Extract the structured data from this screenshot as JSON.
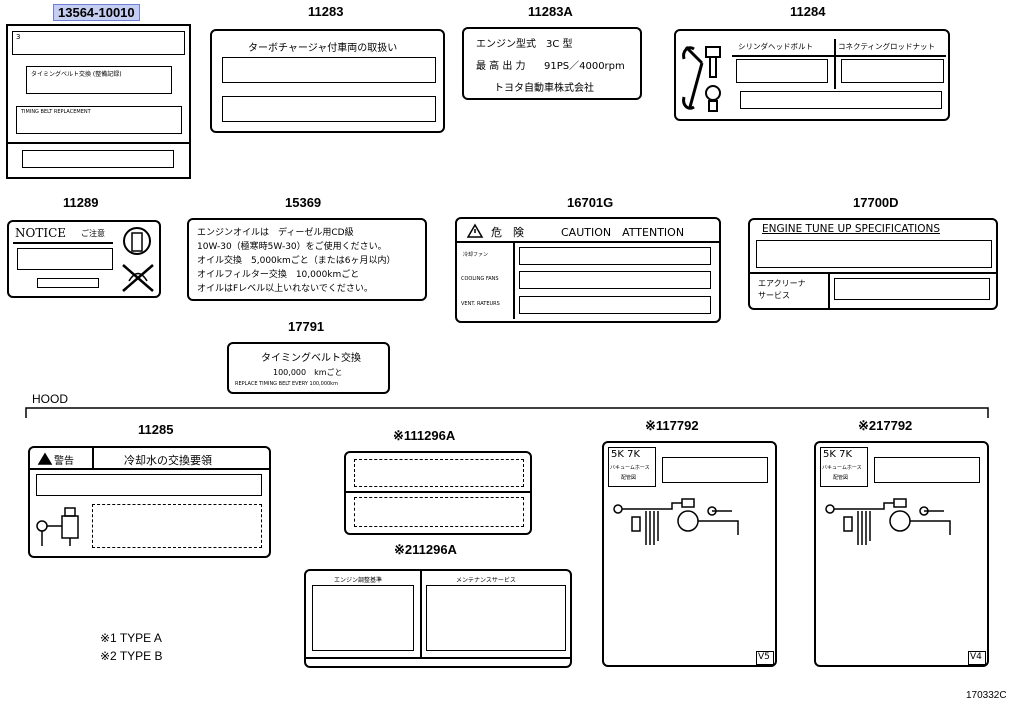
{
  "parts": {
    "p13564": "13564-10010",
    "p11283": "11283",
    "p11283A": "11283A",
    "p11284": "11284",
    "p11289": "11289",
    "p15369": "15369",
    "p16701G": "16701G",
    "p17700D": "17700D",
    "p17791": "17791",
    "p11285": "11285",
    "p111296A": "※111296A",
    "p211296A": "※211296A",
    "p117792": "※117792",
    "p217792": "※217792"
  },
  "labels": {
    "l13564": {
      "corner": "3",
      "row1": "タイミングベルト交換 (整備記録)",
      "row2": "TIMING BELT REPLACEMENT"
    },
    "l11283": {
      "title": "ターボチャージャ付車両の取扱い"
    },
    "l11283A": {
      "line1": "エンジン型式　3C 型",
      "line2a": "最 高 出 力",
      "line2b": "91PS／4000rpm",
      "line3": "トヨタ自動車株式会社"
    },
    "l11284": {
      "col1": "シリンダヘッドボルト",
      "col2": "コネクティングロッドナット"
    },
    "l11289": {
      "notice": "NOTICE",
      "jp": "ご注意"
    },
    "l15369": {
      "line1": "エンジンオイルは　ディーゼル用CD級",
      "line2": "10W-30（極寒時5W-30）をご使用ください。",
      "line3": "オイル交換　5,000kmごと（または6ヶ月以内）",
      "line4": "オイルフィルター交換　10,000kmごと",
      "line5": "オイルはFレベル以上いれないでください。"
    },
    "l16701G": {
      "danger": "危　険",
      "caution": "CAUTION　ATTENTION",
      "row1": "冷却ファン",
      "row2": "COOLING FANS",
      "row3": "VENT. RATEURS"
    },
    "l17700D": {
      "title": "ENGINE TUNE UP SPECIFICATIONS",
      "aircleaner1": "エアクリーナ",
      "aircleaner2": "サービス"
    },
    "l17791": {
      "line1": "タイミングベルト交換",
      "line2": "100,000　kmごと",
      "line3": "REPLACE TIMING BELT EVERY 100,000km"
    },
    "l11285": {
      "warn": "警告",
      "title": "冷却水の交換要領"
    },
    "l211296A": {
      "col1": "エンジン調整基準",
      "col2": "メンテナンスサービス"
    },
    "l117792": {
      "code": "5K 7K",
      "hose": "バキュームホース",
      "route": "配管図",
      "corner": "V5"
    },
    "l217792": {
      "code": "5K 7K",
      "hose": "バキュームホース",
      "route": "配管図",
      "corner": "V4"
    }
  },
  "hood": "HOOD",
  "legend": {
    "type_a": "※1 TYPE A",
    "type_b": "※2 TYPE B"
  },
  "diagram_id": "170332C"
}
